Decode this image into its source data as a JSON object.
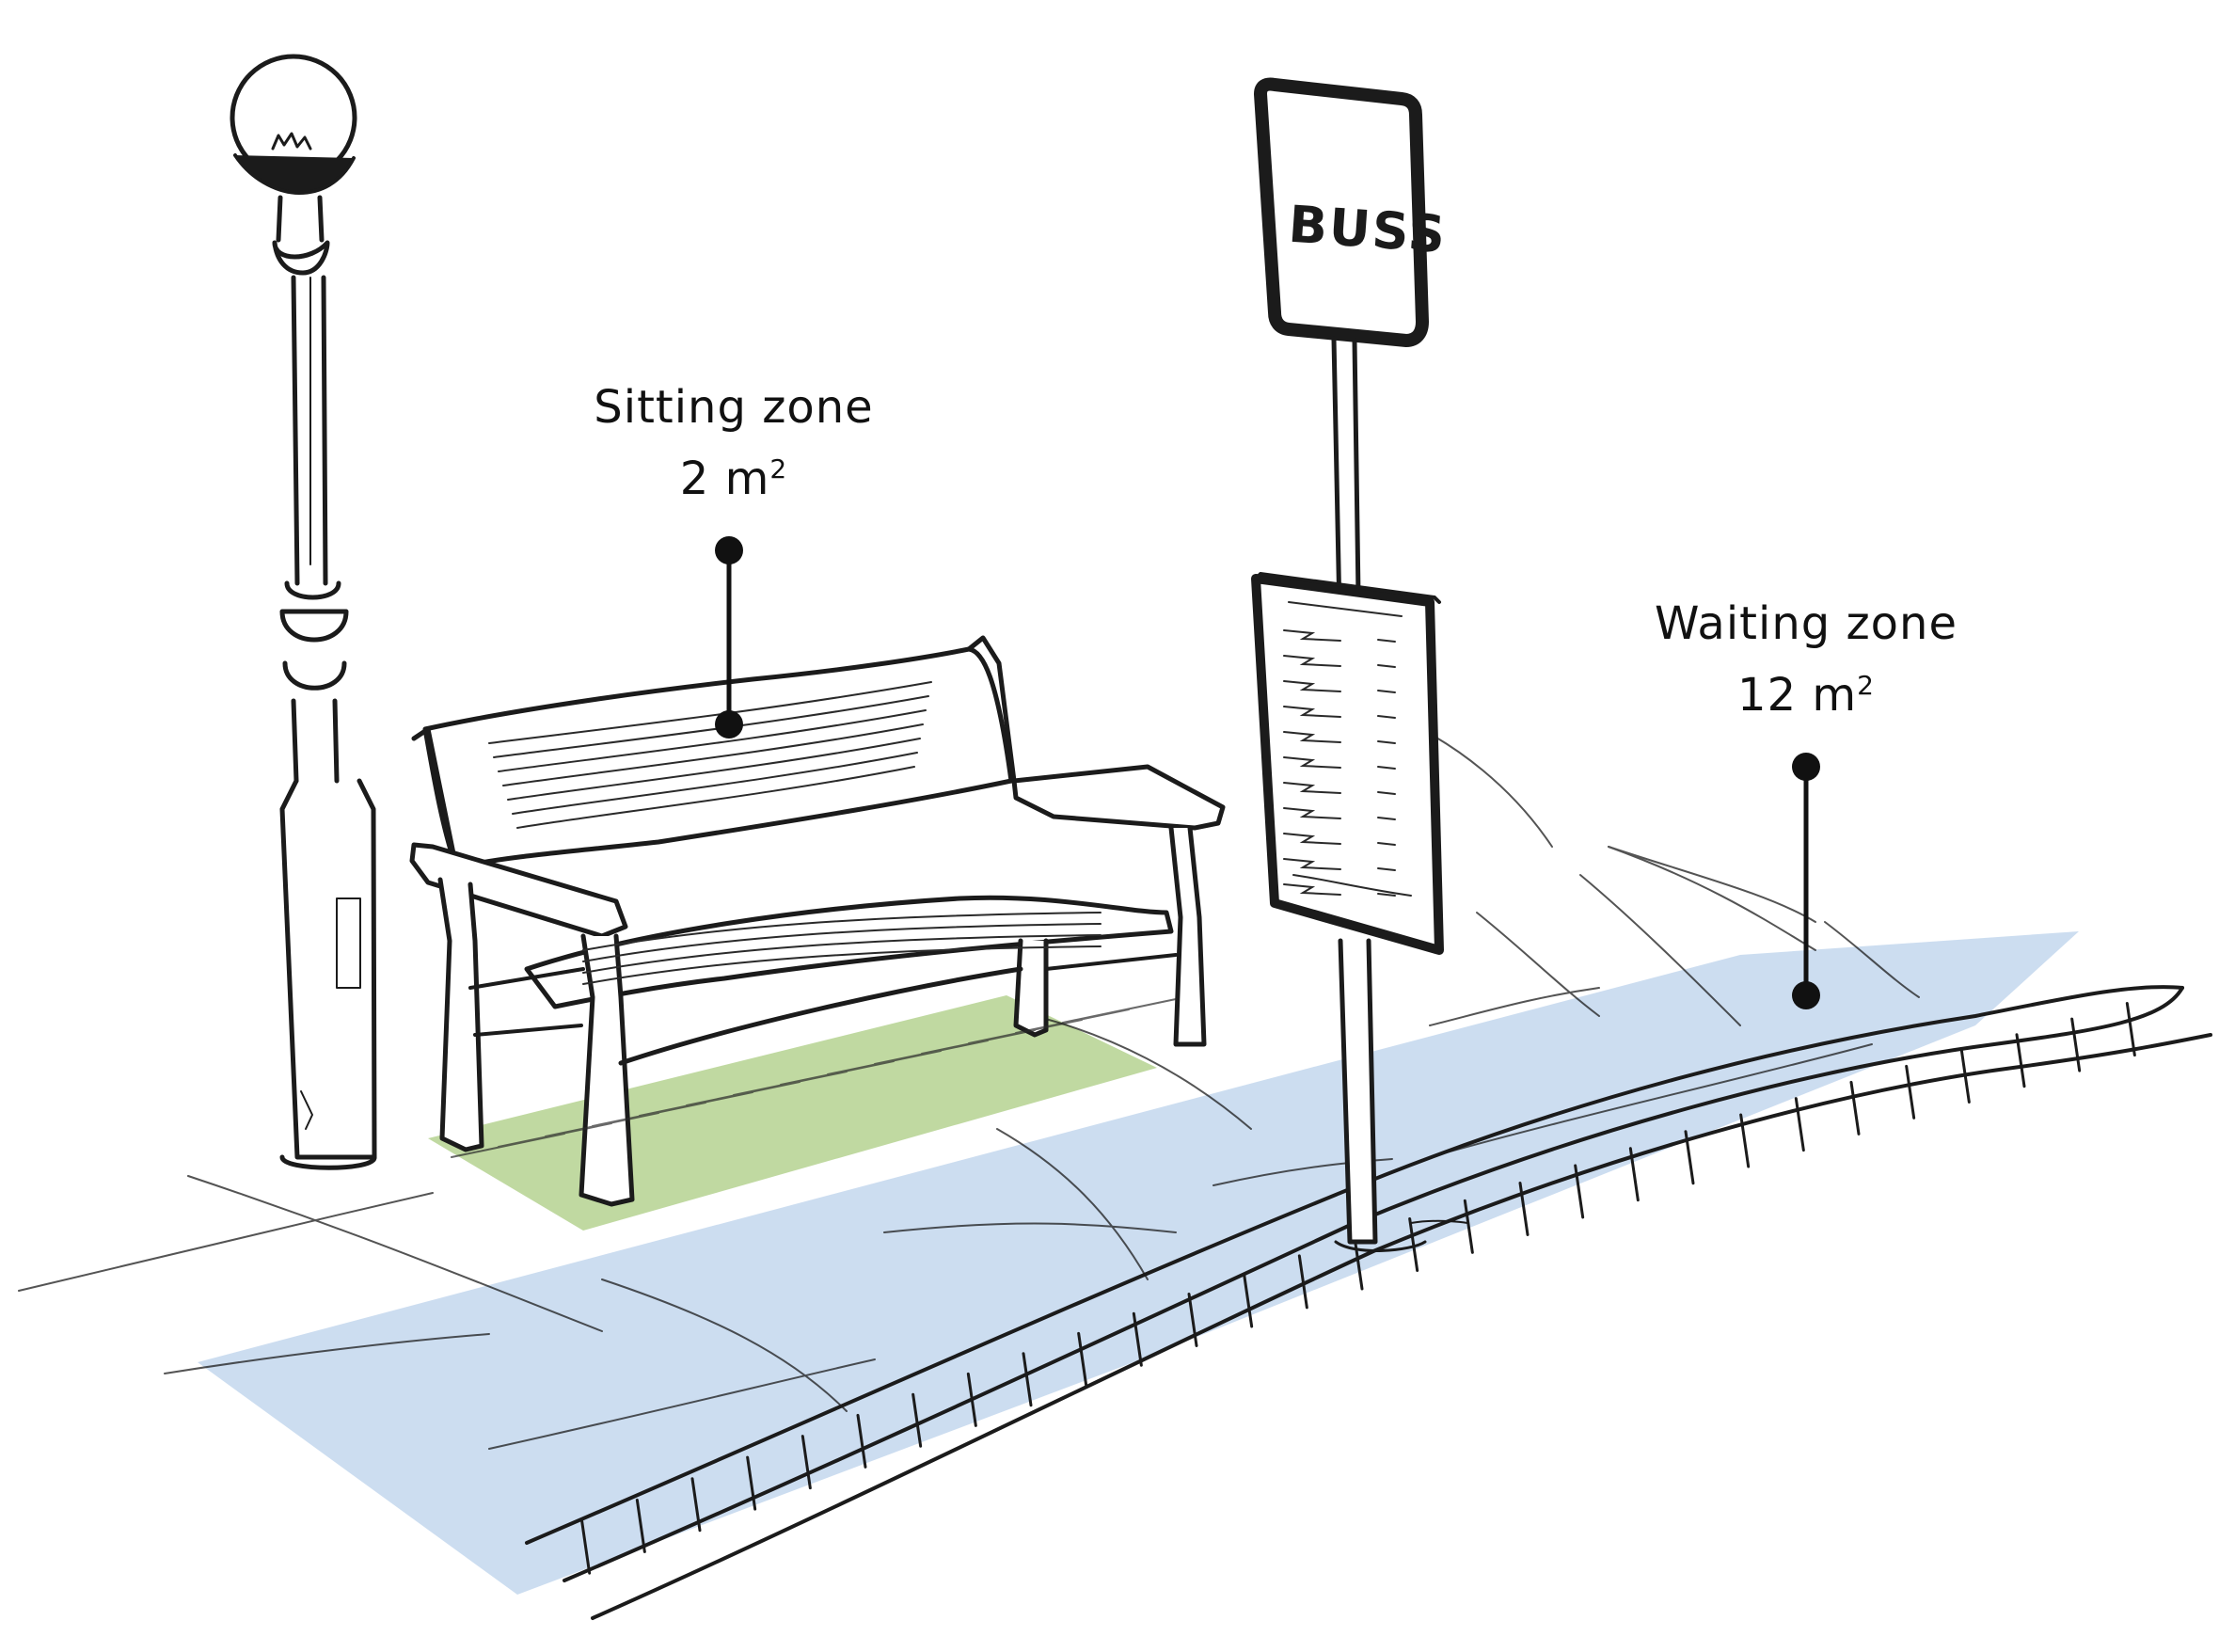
{
  "sign": {
    "text": "BUSS"
  },
  "zones": {
    "sitting": {
      "name": "Sitting zone",
      "area_value": "2 m",
      "area_sup": "2",
      "fill": "#b9d597"
    },
    "waiting": {
      "name": "Waiting zone",
      "area_value": "12 m",
      "area_sup": "2",
      "fill": "#c6d9ee"
    }
  },
  "icons": [
    "street-lamp",
    "bench",
    "bus-stop-sign",
    "timetable-board",
    "curb"
  ]
}
